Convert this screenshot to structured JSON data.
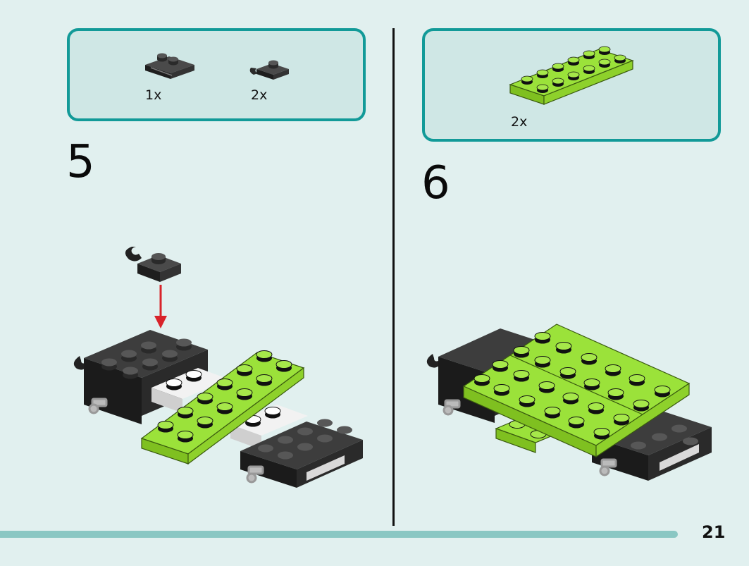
{
  "steps": [
    {
      "number": "5",
      "parts": [
        {
          "quantity": "1x",
          "piece_icon": "black-plate-with-rail-icon",
          "color": "#2b2b2b"
        },
        {
          "quantity": "2x",
          "piece_icon": "black-plate-with-clip-icon",
          "color": "#2b2b2b"
        }
      ]
    },
    {
      "number": "6",
      "parts": [
        {
          "quantity": "2x",
          "piece_icon": "lime-plate-2x6-icon",
          "color": "#9be23a"
        }
      ]
    }
  ],
  "colors": {
    "accent_border": "#129a98",
    "box_fill": "#cfe7e5",
    "page_background": "#e1f0ef",
    "lime": "#9be23a",
    "black_brick": "#2b2b2b",
    "arrow": "#d8232a",
    "footer_bar": "#8ac7c3"
  },
  "page_number": "21"
}
